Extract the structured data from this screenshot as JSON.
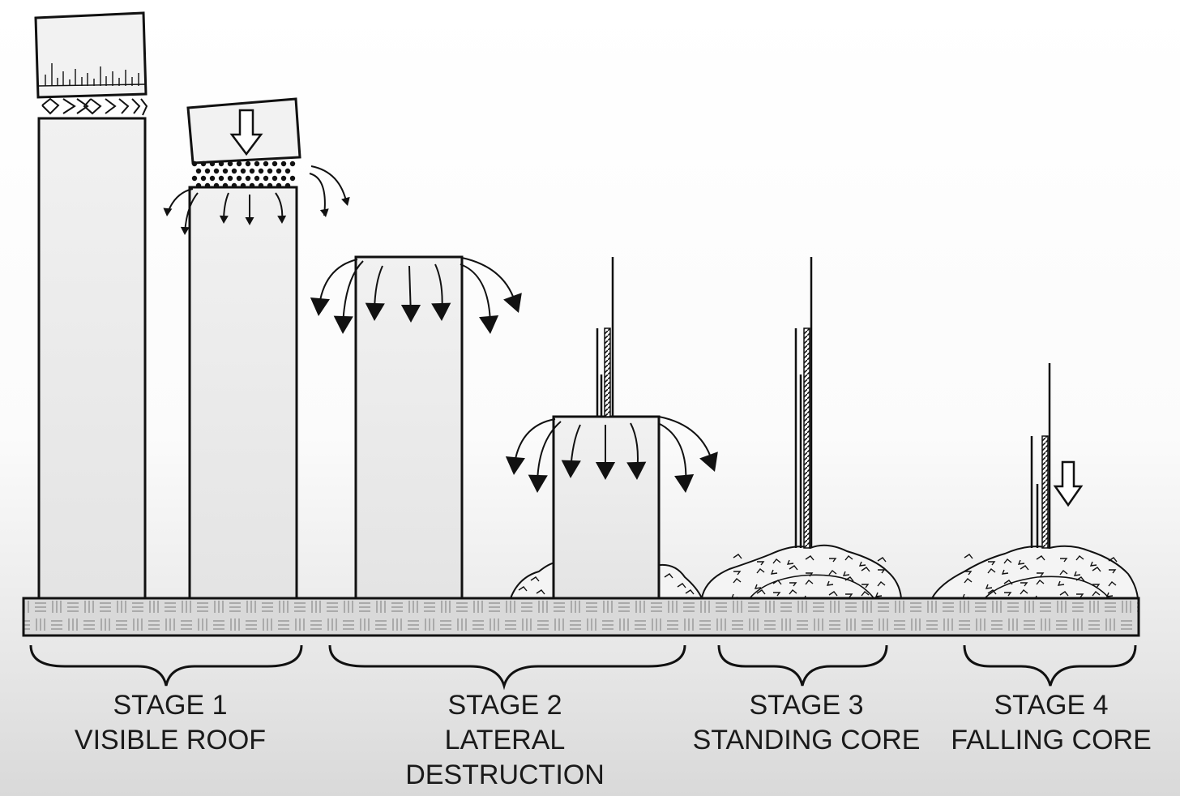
{
  "stages": [
    {
      "title": "STAGE 1",
      "subtitle_lines": [
        "VISIBLE ROOF"
      ]
    },
    {
      "title": "STAGE 2",
      "subtitle_lines": [
        "LATERAL",
        "DESTRUCTION"
      ]
    },
    {
      "title": "STAGE 3",
      "subtitle_lines": [
        "STANDING CORE"
      ]
    },
    {
      "title": "STAGE 4",
      "subtitle_lines": [
        "FALLING CORE"
      ]
    }
  ],
  "colors": {
    "ink": "#111111",
    "building_fill": "#ededed",
    "ground_fill": "#d8d8d8",
    "background_top": "#ffffff",
    "background_bottom": "#d9d9d9"
  },
  "icons": [
    "down-arrow-icon",
    "debris-arrow-icon",
    "rubble-pile",
    "core-column"
  ]
}
